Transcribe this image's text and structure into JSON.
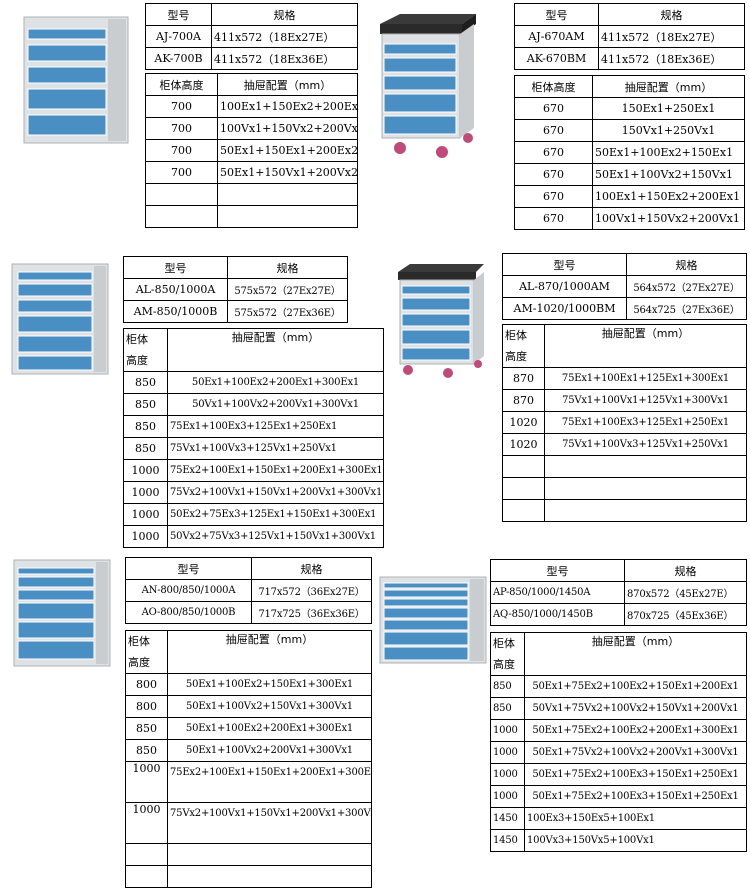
{
  "s1": {
    "spec_headers": [
      "型号",
      "规格"
    ],
    "specs": [
      [
        "AJ-700A",
        "411x572（18Ex27E）"
      ],
      [
        "AK-700B",
        "411x572（18Ex36E）"
      ]
    ],
    "cfg_headers": [
      "柜体高度",
      "抽屉配置（mm）"
    ],
    "rows": [
      [
        "700",
        "100Ex1+150Ex2+200Ex1"
      ],
      [
        "700",
        "100Vx1+150Vx2+200Vx1"
      ],
      [
        "700",
        "50Ex1+150Ex1+200Ex2"
      ],
      [
        "700",
        "50Ex1+150Vx1+200Vx2"
      ]
    ]
  },
  "s2": {
    "spec_headers": [
      "型号",
      "规格"
    ],
    "specs": [
      [
        "AJ-670AM",
        "411x572（18Ex27E）"
      ],
      [
        "AK-670BM",
        "411x572（18Ex36E）"
      ]
    ],
    "cfg_headers": [
      "柜体高度",
      "抽屉配置（mm）"
    ],
    "rows": [
      [
        "670",
        "150Ex1+250Ex1"
      ],
      [
        "670",
        "150Vx1+250Vx1"
      ],
      [
        "670",
        "50Ex1+100Ex2+150Ex1"
      ],
      [
        "670",
        "50Ex1+100Vx2+150Vx1"
      ],
      [
        "670",
        "100Ex1+150Ex2+200Ex1"
      ],
      [
        "670",
        "100Vx1+150Vx2+200Vx1"
      ]
    ]
  },
  "s3": {
    "spec_headers": [
      "型号",
      "规格"
    ],
    "specs": [
      [
        "AL-850/1000A",
        "575x572（27Ex27E）"
      ],
      [
        "AM-850/1000B",
        "575x572（27Ex36E）"
      ]
    ],
    "cfg_headers": [
      "柜体",
      "高度",
      "抽屉配置（mm）"
    ],
    "rows": [
      [
        "850",
        "50Ex1+100Ex2+200Ex1+300Ex1"
      ],
      [
        "850",
        "50Vx1+100Vx2+200Vx1+300Vx1"
      ],
      [
        "850",
        "75Ex1+100Ex3+125Ex1+250Ex1"
      ],
      [
        "850",
        "75Vx1+100Vx3+125Vx1+250Vx1"
      ],
      [
        "1000",
        "75Ex2+100Ex1+150Ex1+200Ex1+300Ex1"
      ],
      [
        "1000",
        "75Vx2+100Vx1+150Vx1+200Vx1+300Vx1"
      ],
      [
        "1000",
        "50Ex2+75Ex3+125Ex1+150Ex1+300Ex1"
      ],
      [
        "1000",
        "50Vx2+75Vx3+125Vx1+150Vx1+300Vx1"
      ]
    ]
  },
  "s4": {
    "spec_headers": [
      "型号",
      "规格"
    ],
    "specs": [
      [
        "AL-870/1000AM",
        "564x572（27Ex27E）"
      ],
      [
        "AM-1020/1000BM",
        "564x725（27Ex36E）"
      ]
    ],
    "cfg_headers": [
      "柜体",
      "高度",
      "抽屉配置（mm）"
    ],
    "rows": [
      [
        "870",
        "75Ex1+100Ex1+125Ex1+300Ex1"
      ],
      [
        "870",
        "75Vx1+100Vx1+125Vx1+300Vx1"
      ],
      [
        "1020",
        "75Ex1+100Ex3+125Ex1+250Ex1"
      ],
      [
        "1020",
        "75Vx1+100Vx3+125Vx1+250Vx1"
      ]
    ]
  },
  "s5": {
    "spec_headers": [
      "型号",
      "规格"
    ],
    "specs": [
      [
        "AN-800/850/1000A",
        "717x572（36Ex27E）"
      ],
      [
        "AO-800/850/1000B",
        "717x725（36Ex36E）"
      ]
    ],
    "cfg_headers": [
      "柜体",
      "高度",
      "抽屉配置（mm）"
    ],
    "rows": [
      [
        "800",
        "50Ex1+100Ex2+150Ex1+300Ex1"
      ],
      [
        "800",
        "50Ex1+100Vx2+150Vx1+300Vx1"
      ],
      [
        "850",
        "50Ex1+100Ex2+200Ex1+300Ex1"
      ],
      [
        "850",
        "50Ex1+100Vx2+200Vx1+300Vx1"
      ],
      [
        "1000",
        "75Ex2+100Ex1+150Ex1+200Ex1+300Ex1"
      ],
      [
        "1000",
        "75Vx2+100Vx1+150Vx1+200Vx1+300Vx1"
      ]
    ]
  },
  "s6": {
    "spec_headers": [
      "型号",
      "规格"
    ],
    "specs": [
      [
        "AP-850/1000/1450A",
        "870x572（45Ex27E）"
      ],
      [
        "AQ-850/1000/1450B",
        "870x725（45Ex36E）"
      ]
    ],
    "cfg_headers": [
      "柜体",
      "高度",
      "抽屉配置（mm）"
    ],
    "rows": [
      [
        "850",
        "50Ex1+75Ex2+100Ex2+150Ex1+200Ex1"
      ],
      [
        "850",
        "50Vx1+75Vx2+100Vx2+150Vx1+200Vx1"
      ],
      [
        "1000",
        "50Ex1+75Ex2+100Ex2+200Ex1+300Ex1"
      ],
      [
        "1000",
        "50Ex1+75Vx2+100Vx2+200Vx1+300Vx1"
      ],
      [
        "1000",
        "50Ex1+75Ex2+100Ex3+150Ex1+250Ex1"
      ],
      [
        "1000",
        "50Ex1+75Ex2+100Ex3+150Ex1+250Ex1"
      ],
      [
        "1450",
        "100Ex3+150Ex5+100Ex1"
      ],
      [
        "1450",
        "100Vx3+150Vx5+100Vx1"
      ]
    ]
  },
  "colors": {
    "drawer": "#4a8fc4",
    "cabinet": "#d8dcdf",
    "top": "#2a2a2a",
    "wheel": "#c04a7a"
  }
}
